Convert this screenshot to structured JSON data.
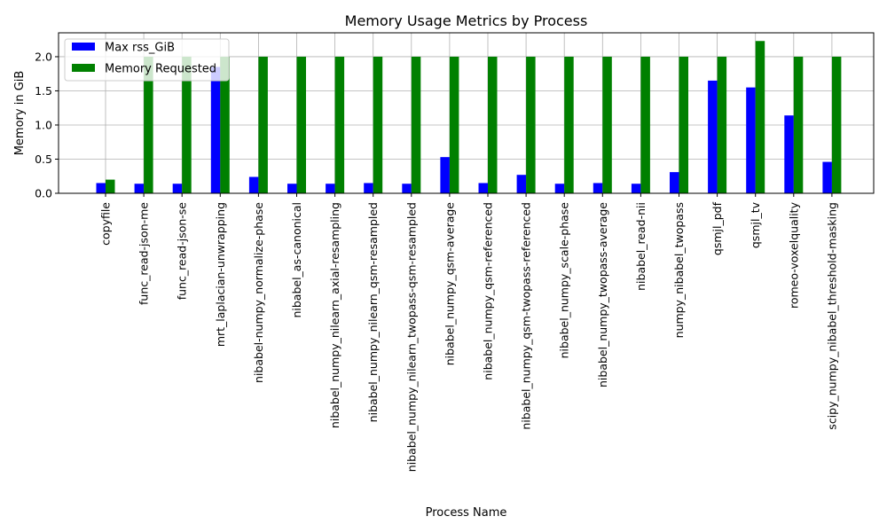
{
  "chart_data": {
    "type": "bar",
    "title": "Memory Usage Metrics by Process",
    "xlabel": "Process Name",
    "ylabel": "Memory in GiB",
    "ylim": [
      0,
      2.35
    ],
    "yticks": [
      "0.0",
      "0.5",
      "1.0",
      "1.5",
      "2.0"
    ],
    "grid": true,
    "legend_position": "top-left",
    "categories": [
      "copyfile",
      "func_read-json-me",
      "func_read-json-se",
      "mrt_laplacian-unwrapping",
      "nibabel-numpy_normalize-phase",
      "nibabel_as-canonical",
      "nibabel_numpy_nilearn_axial-resampling",
      "nibabel_numpy_nilearn_qsm-resampled",
      "nibabel_numpy_nilearn_twopass-qsm-resampled",
      "nibabel_numpy_qsm-average",
      "nibabel_numpy_qsm-referenced",
      "nibabel_numpy_qsm-twopass-referenced",
      "nibabel_numpy_scale-phase",
      "nibabel_numpy_twopass-average",
      "nibabel_read-nii",
      "numpy_nibabel_twopass",
      "qsmjl_pdf",
      "qsmjl_tv",
      "romeo-voxelquality",
      "scipy_numpy_nibabel_threshold-masking"
    ],
    "series": [
      {
        "name": "Max rss_GiB",
        "color": "#0000ff",
        "values": [
          0.15,
          0.14,
          0.14,
          1.85,
          0.24,
          0.14,
          0.14,
          0.15,
          0.14,
          0.53,
          0.15,
          0.27,
          0.14,
          0.15,
          0.14,
          0.31,
          1.65,
          1.55,
          1.14,
          0.46
        ]
      },
      {
        "name": "Memory Requested",
        "color": "#008000",
        "values": [
          0.2,
          2.0,
          2.0,
          2.0,
          2.0,
          2.0,
          2.0,
          2.0,
          2.0,
          2.0,
          2.0,
          2.0,
          2.0,
          2.0,
          2.0,
          2.0,
          2.0,
          2.23,
          2.0,
          2.0
        ]
      }
    ]
  }
}
